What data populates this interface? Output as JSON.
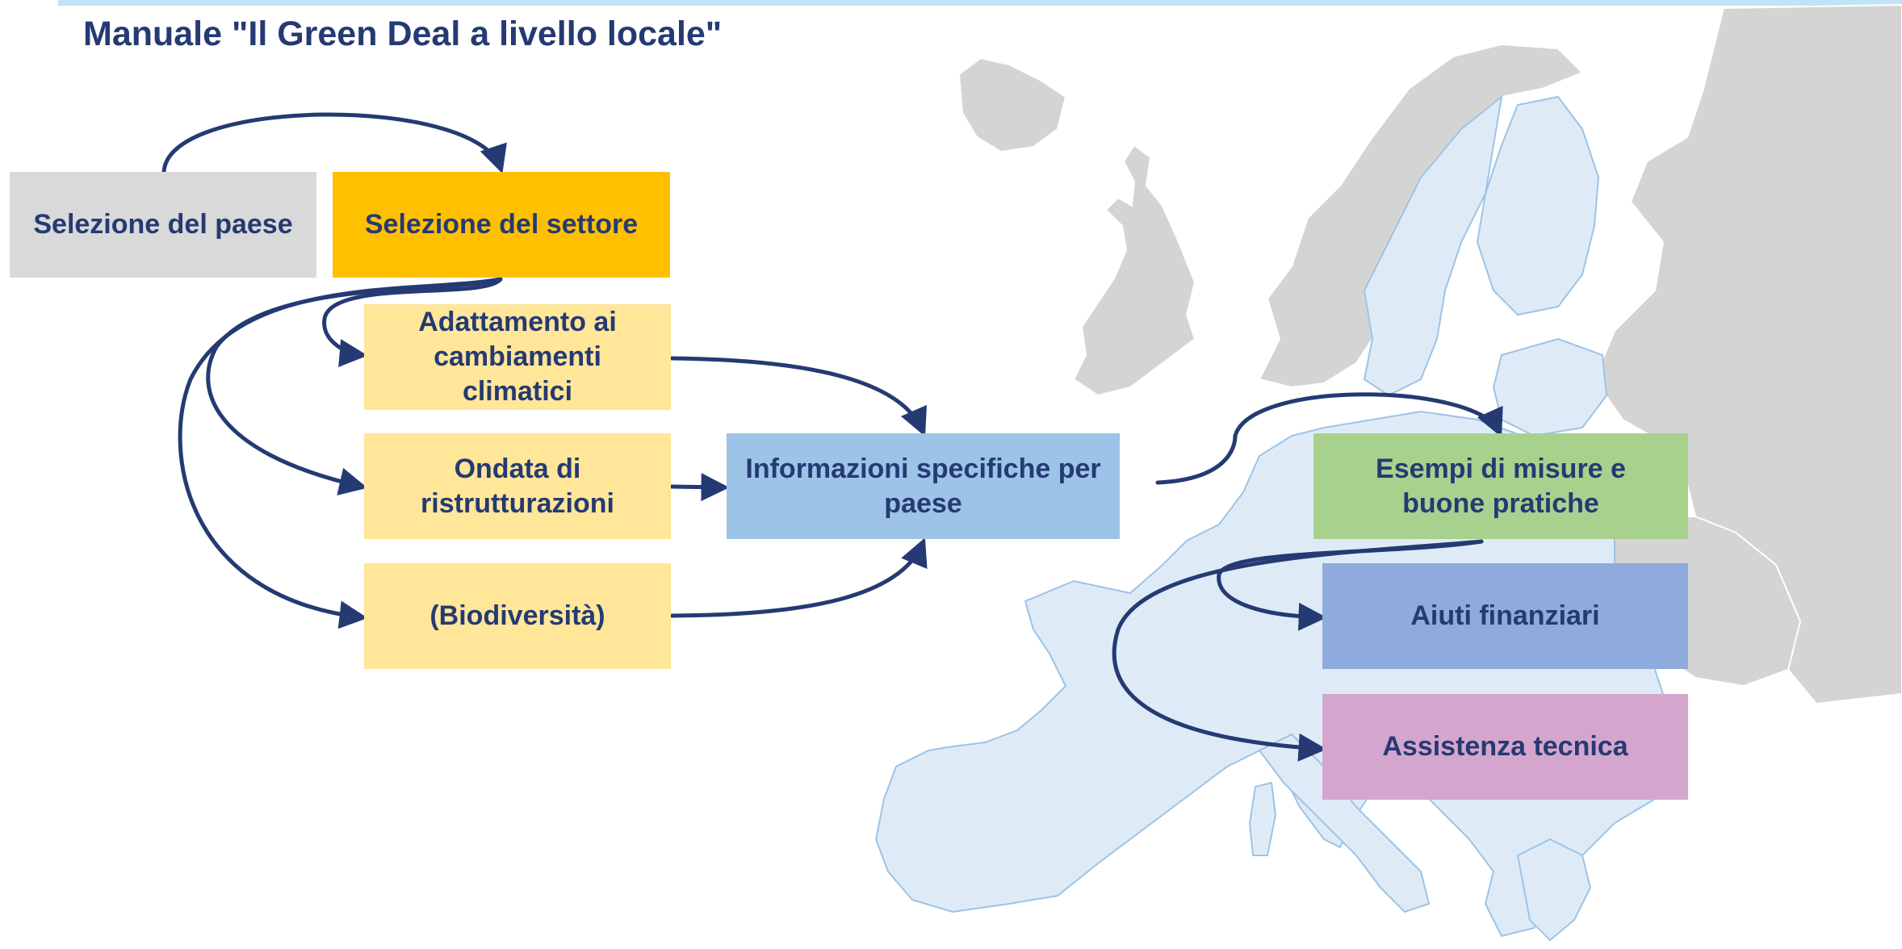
{
  "title": "Manuale \"Il Green Deal a livello locale\"",
  "colors": {
    "title": "#253a73",
    "arrow": "#253a73",
    "country": "#d9d9d9",
    "sector": "#ffc000",
    "sector_option": "#ffe699",
    "country_info": "#9dc3e6",
    "measures": "#a9d18e",
    "financial": "#8faadc",
    "technical": "#d5a6cd",
    "map_eu": "#deebf7",
    "map_non_eu": "#d4d4d4"
  },
  "nodes": {
    "country_selection": "Selezione del paese",
    "sector_selection": "Selezione del settore",
    "adaptation": "Adattamento ai cambiamenti climatici",
    "renovation_wave": "Ondata di ristrutturazioni",
    "biodiversity": "(Biodiversità)",
    "country_info": "Informazioni specifiche per paese",
    "measures": "Esempi di misure e buone pratiche",
    "financial_aid": "Aiuti finanziari",
    "technical_assistance": "Assistenza tecnica"
  }
}
